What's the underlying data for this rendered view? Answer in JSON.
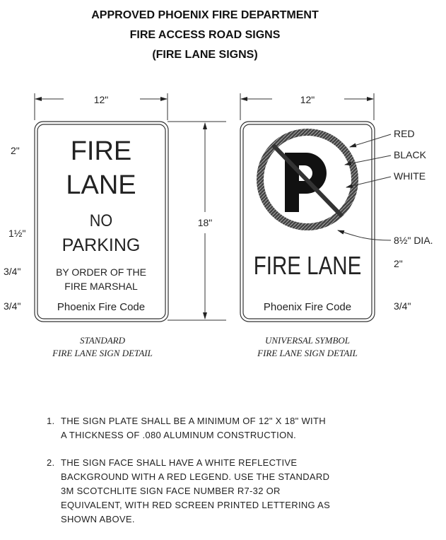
{
  "title": [
    "APPROVED PHOENIX FIRE DEPARTMENT",
    "FIRE ACCESS ROAD SIGNS",
    "(FIRE LANE SIGNS)"
  ],
  "dimensions": {
    "width": "12\"",
    "height": "18\"",
    "left_rows": [
      "2\"",
      "1½\"",
      "3/4\"",
      "3/4\""
    ],
    "right_rows": [
      "2\"",
      "3/4\""
    ]
  },
  "standard_sign": {
    "lines": [
      "FIRE",
      "LANE",
      "NO",
      "PARKING",
      "BY ORDER OF THE",
      "FIRE MARSHAL"
    ],
    "footer": "Phoenix Fire Code",
    "caption": [
      "STANDARD",
      "FIRE LANE SIGN DETAIL"
    ]
  },
  "symbol_sign": {
    "legend": "FIRE LANE",
    "footer": "Phoenix Fire Code",
    "callouts": [
      "RED",
      "BLACK",
      "WHITE",
      "8½\" DIA."
    ],
    "caption": [
      "UNIVERSAL SYMBOL",
      "FIRE LANE SIGN DETAIL"
    ]
  },
  "notes": [
    {
      "num": "1.",
      "lines": [
        "THE SIGN PLATE SHALL BE A MINIMUM OF 12\" X 18\" WITH",
        "A THICKNESS OF .080 ALUMINUM CONSTRUCTION."
      ]
    },
    {
      "num": "2.",
      "lines": [
        "THE SIGN FACE SHALL HAVE A WHITE REFLECTIVE",
        "BACKGROUND WITH A RED LEGEND.  USE THE STANDARD",
        "3M SCOTCHLITE SIGN FACE NUMBER R7-32 OR",
        "EQUIVALENT, WITH RED SCREEN PRINTED LETTERING AS",
        "SHOWN ABOVE."
      ]
    }
  ],
  "colors": {
    "ink": "#111111",
    "line": "#333333"
  }
}
